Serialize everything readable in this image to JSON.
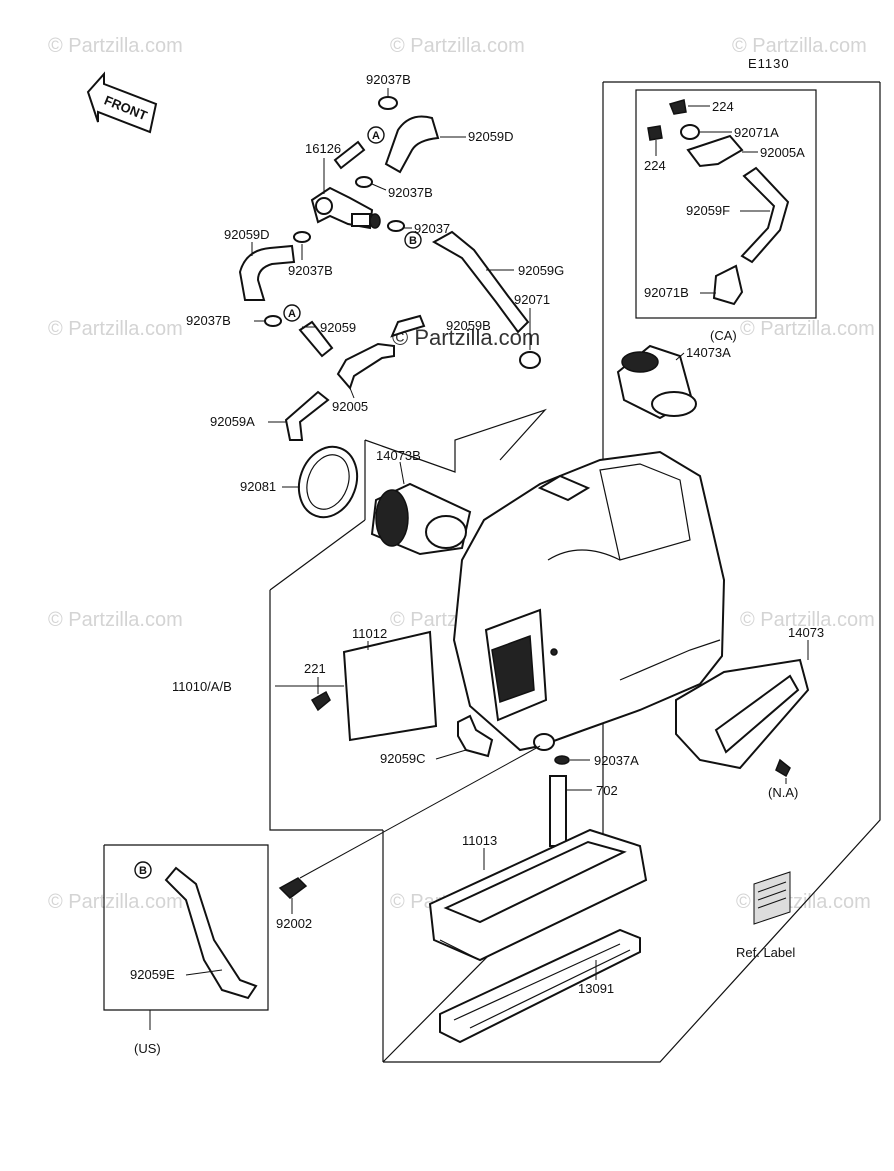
{
  "watermark": "© Partzilla.com",
  "center_watermark": "© Partzilla.com",
  "diagram_code": "E1130",
  "front_label": "FRONT",
  "callouts": {
    "a": "A",
    "b": "B"
  },
  "part_labels": {
    "p92037B_top": "92037B",
    "p92059D_top": "92059D",
    "p16126": "16126",
    "p92037B_mid": "92037B",
    "p92037": "92037",
    "p92059D_left": "92059D",
    "p92037B_left": "92037B",
    "p92059G": "92059G",
    "p92071": "92071",
    "p92037B_lower": "92037B",
    "p92059": "92059",
    "p92059B": "92059B",
    "p92005": "92005",
    "p92059A": "92059A",
    "p92081": "92081",
    "p14073B": "14073B",
    "p14073A": "14073A",
    "p224_a": "224",
    "p224_b": "224",
    "p92071A": "92071A",
    "p92005A": "92005A",
    "p92059F": "92059F",
    "p92071B": "92071B",
    "ca": "(CA)",
    "p11012": "11012",
    "p221": "221",
    "p11010": "11010/A/B",
    "p14073": "14073",
    "na": "(N.A)",
    "p92059C": "92059C",
    "p92037A": "92037A",
    "p702": "702",
    "p11013": "11013",
    "p92002": "92002",
    "p13091": "13091",
    "p92059E": "92059E",
    "us": "(US)",
    "ref_label": "Ref. Label"
  },
  "colors": {
    "line": "#111111",
    "watermark": "#d4d4d4",
    "background": "#ffffff"
  }
}
